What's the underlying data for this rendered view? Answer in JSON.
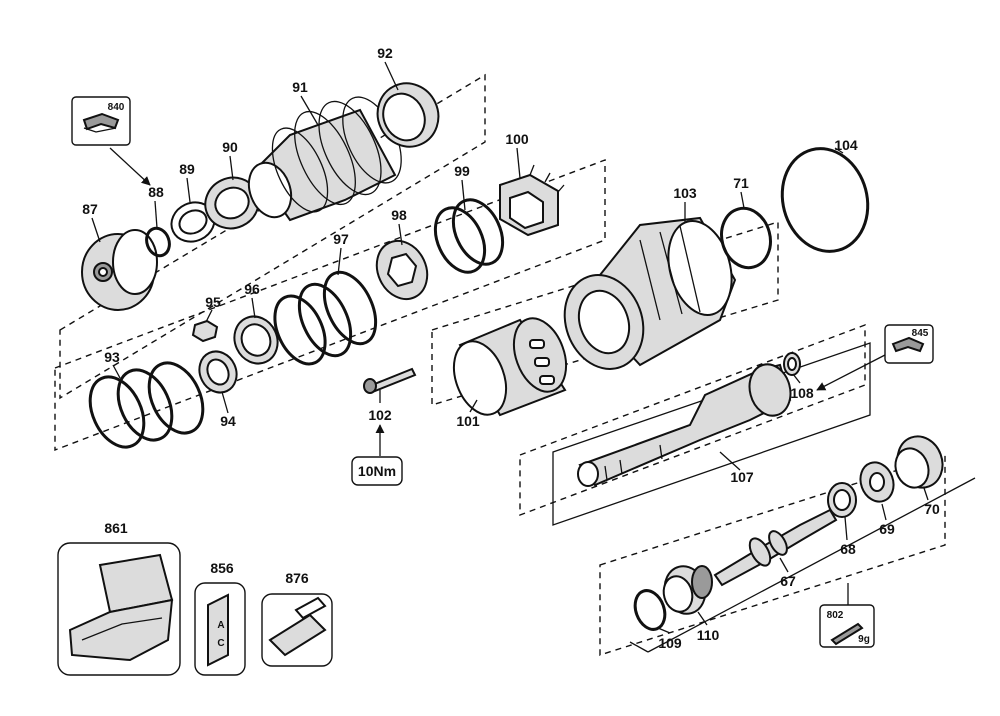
{
  "callouts": {
    "n840": "840",
    "n92": "92",
    "n91": "91",
    "n90": "90",
    "n89": "89",
    "n88": "88",
    "n87": "87",
    "n100": "100",
    "n99": "99",
    "n98": "98",
    "n97": "97",
    "n96": "96",
    "n95": "95",
    "n94": "94",
    "n93": "93",
    "n104": "104",
    "n103": "103",
    "n71": "71",
    "n845": "845",
    "n108": "108",
    "n107": "107",
    "n102": "102",
    "n101": "101",
    "n70": "70",
    "n69": "69",
    "n68": "68",
    "n67": "67",
    "n110": "110",
    "n109": "109",
    "n861": "861",
    "n856": "856",
    "n876": "876",
    "n802": "802"
  },
  "notes": {
    "torque": "10Nm",
    "grease_amount": "9g"
  }
}
